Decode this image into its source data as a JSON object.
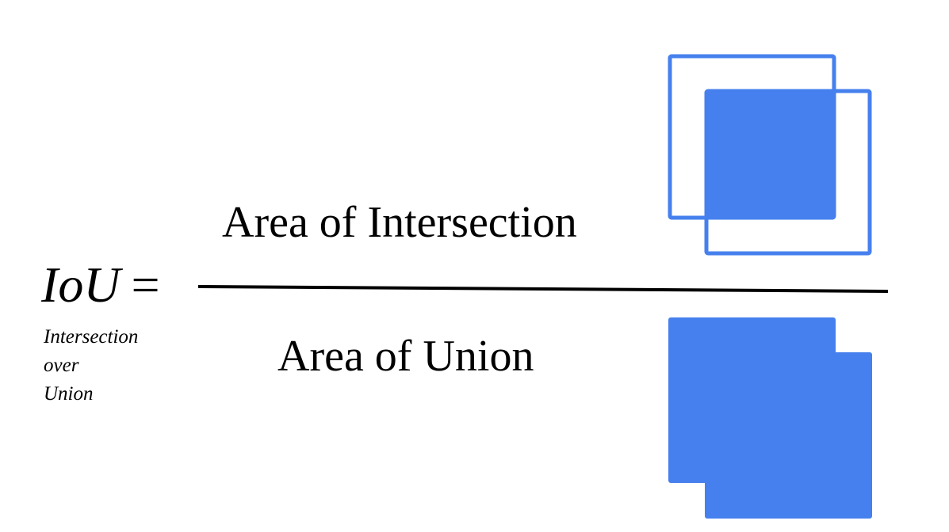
{
  "formula": {
    "lhs_symbol": "IoU",
    "equals": "=",
    "expansion": [
      "Intersection",
      "over",
      "Union"
    ],
    "numerator": "Area of Intersection",
    "denominator": "Area of Union"
  },
  "colors": {
    "box_blue": "#4680EE",
    "text": "#000000",
    "background": "#FFFFFF"
  }
}
